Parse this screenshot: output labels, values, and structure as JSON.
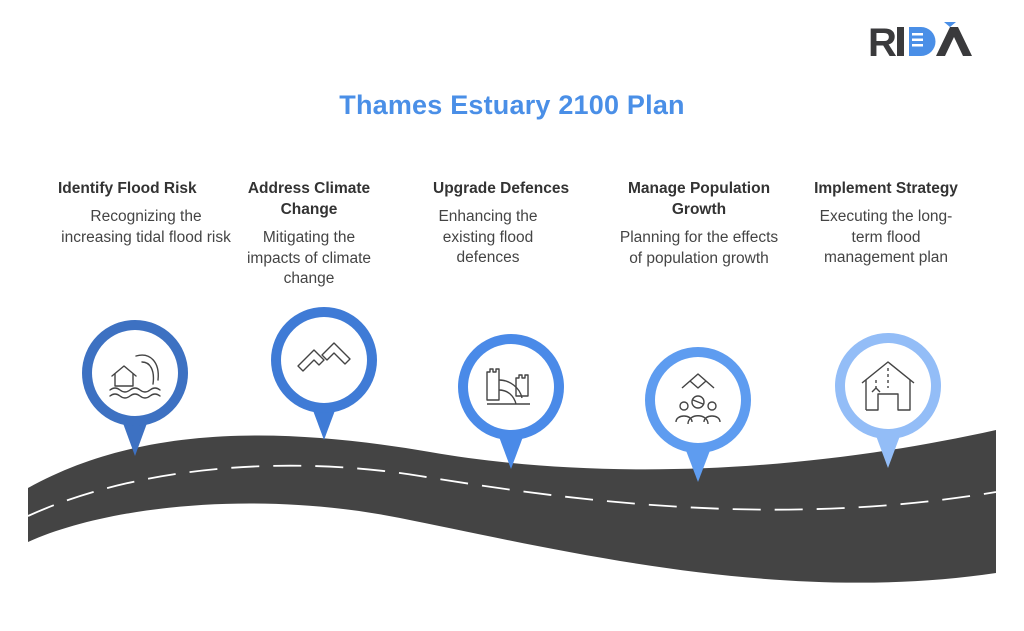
{
  "brand": {
    "name": "RIDA",
    "colors": {
      "dark": "#3a3a3c",
      "accent": "#4a8fe7"
    }
  },
  "title": "Thames Estuary 2100 Plan",
  "steps": [
    {
      "heading": "Identify Flood Risk",
      "description": "Recognizing the increasing tidal flood risk",
      "icon": "flood-wave-house-icon",
      "color": "#3d71c2"
    },
    {
      "heading": "Address Climate Change",
      "description": "Mitigating the impacts of climate change",
      "icon": "chevron-shapes-icon",
      "color": "#3f7bd6"
    },
    {
      "heading": "Upgrade Defences",
      "description": "Enhancing the existing flood defences",
      "icon": "great-wall-icon",
      "color": "#4a8ae8"
    },
    {
      "heading": "Manage Population Growth",
      "description": "Planning for the effects of population growth",
      "icon": "group-arrow-up-icon",
      "color": "#5e9cf0"
    },
    {
      "heading": "Implement Strategy",
      "description": "Executing the long-term flood management plan",
      "icon": "house-arrow-icon",
      "color": "#93bdf7"
    }
  ],
  "road_color": "#444444"
}
